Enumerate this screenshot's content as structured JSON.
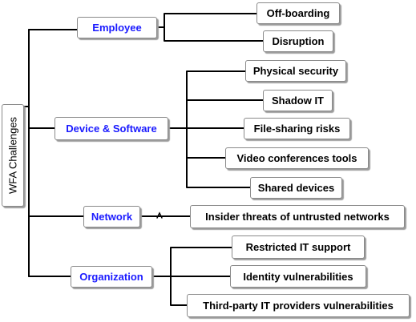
{
  "root": {
    "label": "WFA Challenges"
  },
  "categories": [
    {
      "label": "Employee",
      "items": [
        "Off-boarding",
        "Disruption"
      ]
    },
    {
      "label": "Device & Software",
      "items": [
        "Physical security",
        "Shadow IT",
        "File-sharing risks",
        "Video conferences tools",
        "Shared devices"
      ]
    },
    {
      "label": "Network",
      "items": [
        "Insider threats of untrusted networks"
      ]
    },
    {
      "label": "Organization",
      "items": [
        "Restricted IT support",
        "Identity vulnerabilities",
        "Third-party IT providers vulnerabilities"
      ]
    }
  ],
  "colors": {
    "category_text": "#1a1aff",
    "line": "#000000",
    "border": "#8a8a8a"
  }
}
